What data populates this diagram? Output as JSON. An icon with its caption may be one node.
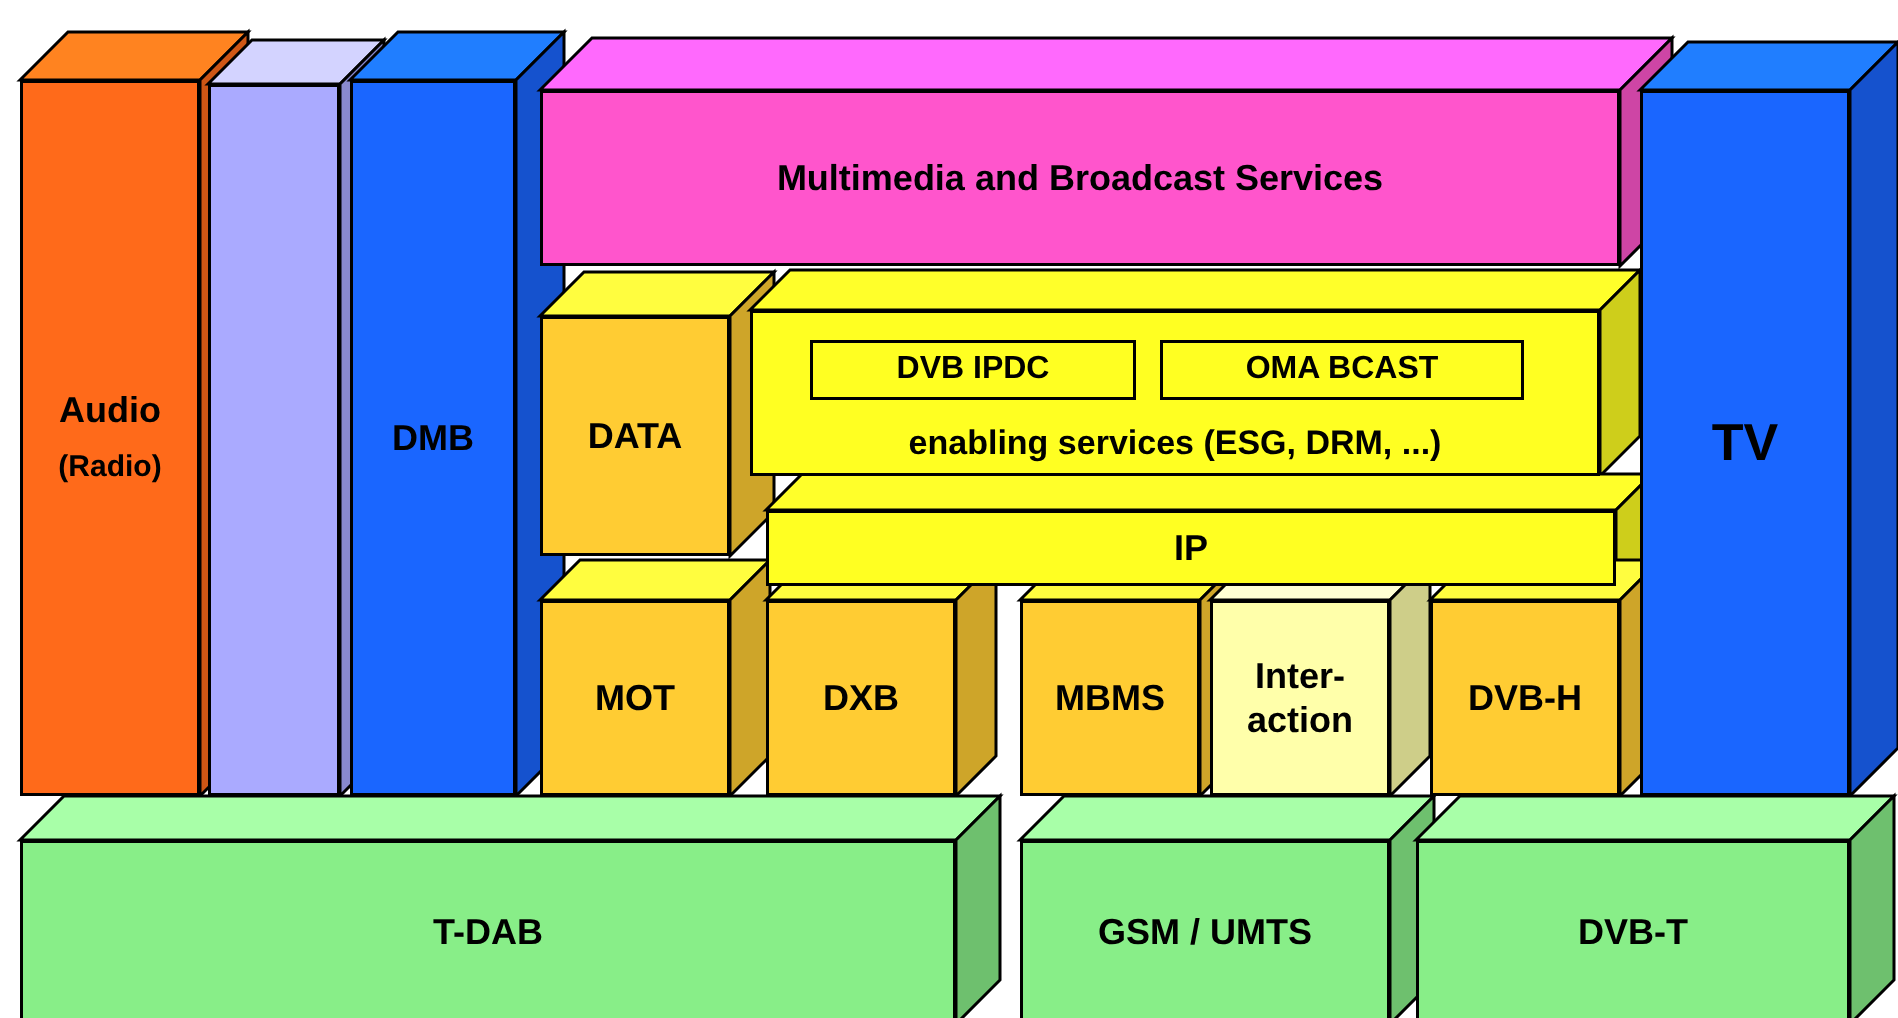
{
  "diagram": {
    "nodes": [
      {
        "text": [
          "Audio",
          "(Radio)"
        ]
      },
      {
        "text": [],
        "shape": "box"
      },
      {
        "text": [
          "DMB"
        ]
      },
      {
        "text": [
          "Multimedia and Broadcast Services"
        ]
      },
      {
        "text": [
          "TV"
        ]
      },
      {
        "text": [
          "DATA"
        ]
      },
      {
        "text": [
          "enabling services (ESG, DRM, ...)"
        ]
      },
      {
        "text": [
          "DVB IPDC"
        ],
        "in": 6
      },
      {
        "text": [
          "OMA BCAST"
        ],
        "in": 6
      },
      {
        "text": [
          "IP"
        ]
      },
      {
        "text": [
          "MOT"
        ]
      },
      {
        "text": [
          "DXB"
        ]
      },
      {
        "text": [
          "MBMS"
        ]
      },
      {
        "text": [
          "Inter- action"
        ]
      },
      {
        "text": [
          "DVB-H"
        ]
      },
      {
        "text": [
          "T-DAB"
        ]
      },
      {
        "text": [
          "GSM / UMTS"
        ]
      },
      {
        "text": [
          "DVB-T"
        ]
      }
    ]
  }
}
